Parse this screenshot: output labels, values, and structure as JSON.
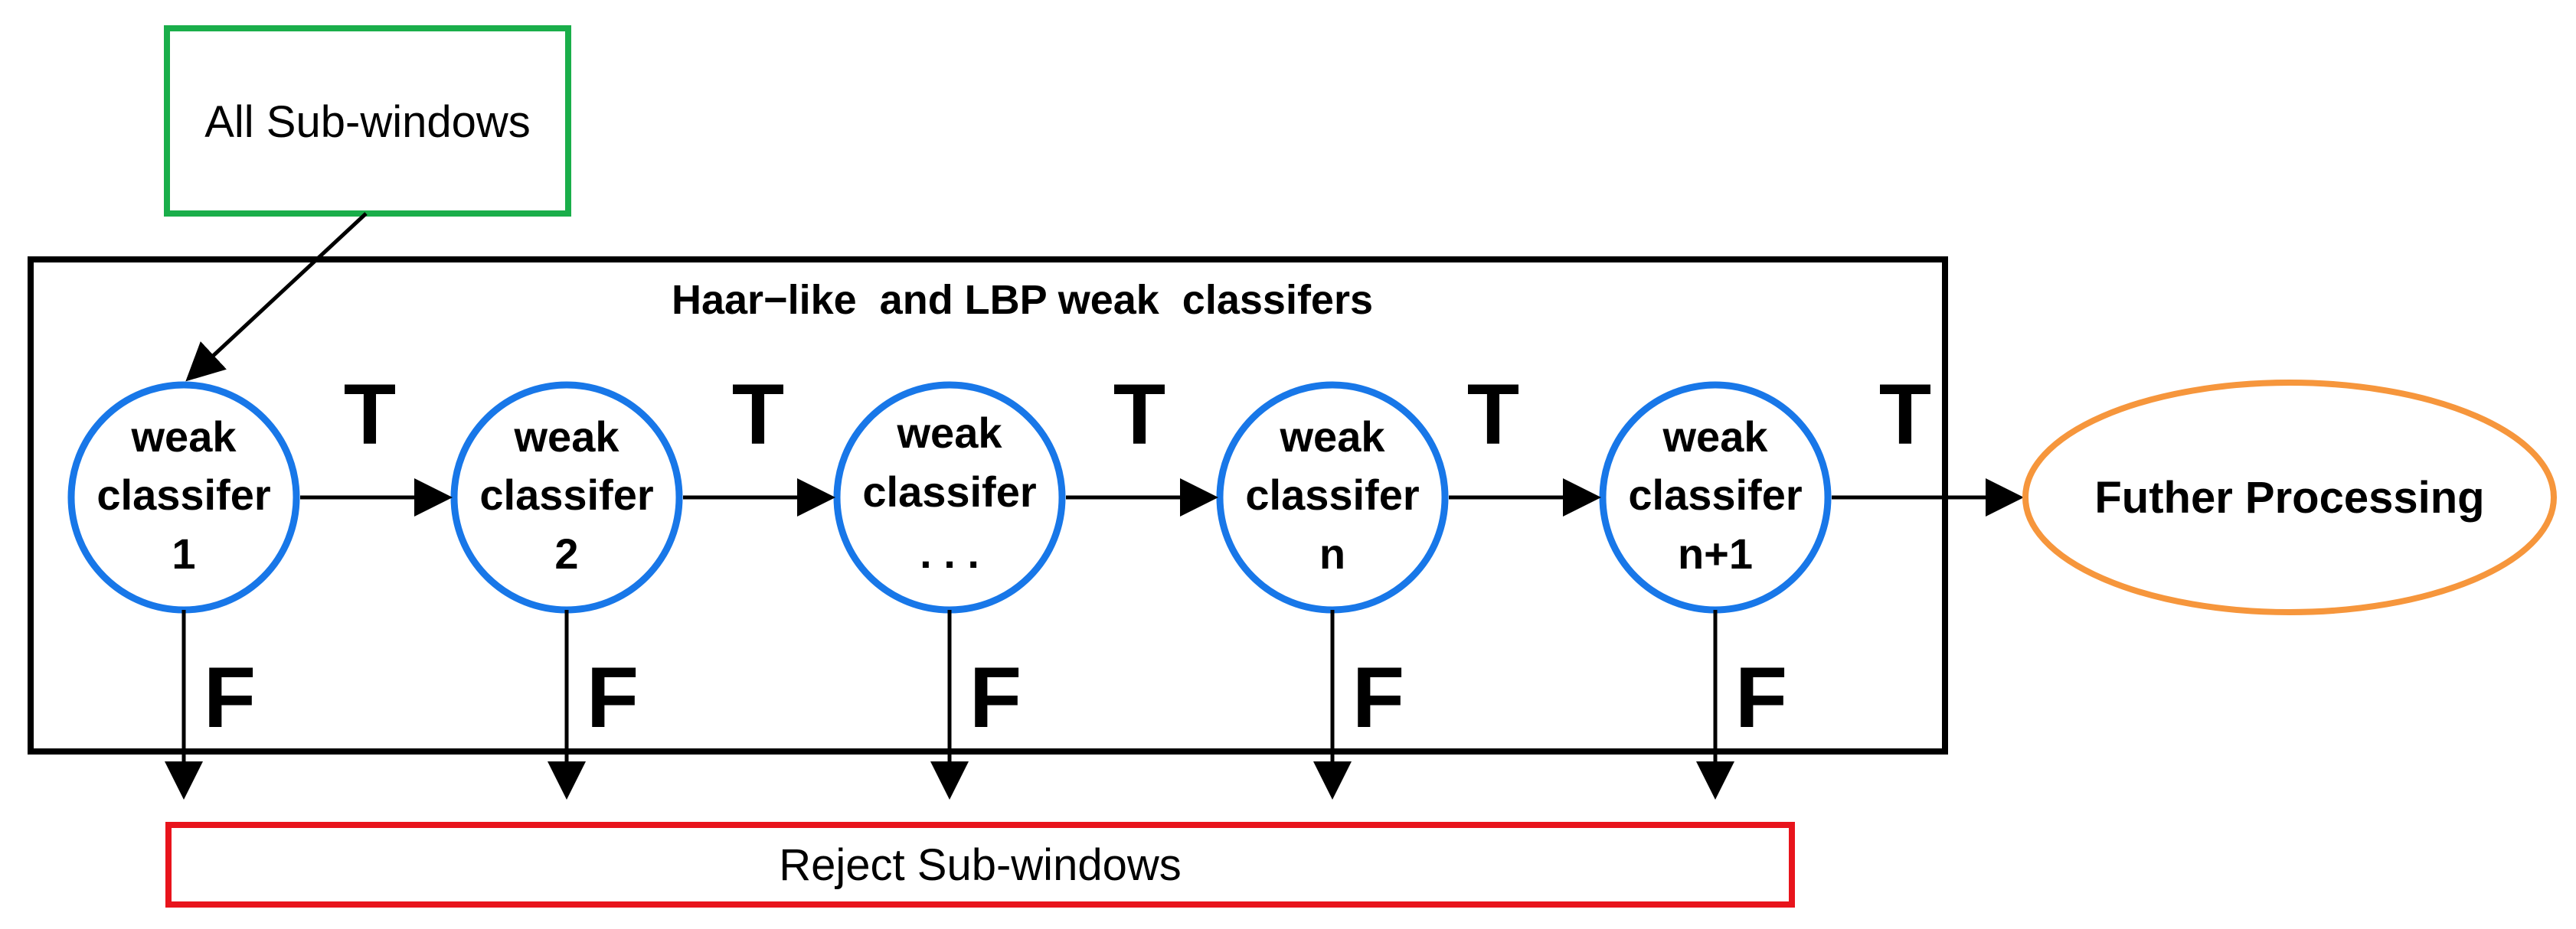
{
  "colors": {
    "source_border": "#1aae4a",
    "reject_border": "#e8141c",
    "node_border": "#1877e8",
    "end_border": "#f6963c",
    "frame_border": "#000000",
    "arrow": "#000000"
  },
  "source_box": {
    "label": "All Sub-windows"
  },
  "frame": {
    "title": "Haar−like  and LBP weak  classifers"
  },
  "nodes": [
    {
      "line1": "weak",
      "line2": "classifer",
      "line3": "1"
    },
    {
      "line1": "weak",
      "line2": "classifer",
      "line3": "2"
    },
    {
      "line1": "weak",
      "line2": "classifer",
      "line3": ". . ."
    },
    {
      "line1": "weak",
      "line2": "classifer",
      "line3": "n"
    },
    {
      "line1": "weak",
      "line2": "classifer",
      "line3": "n+1"
    }
  ],
  "true_labels": [
    "T",
    "T",
    "T",
    "T",
    "T"
  ],
  "false_labels": [
    "F",
    "F",
    "F",
    "F",
    "F"
  ],
  "end_node": {
    "label": "Futher Processing"
  },
  "reject_box": {
    "label": "Reject Sub-windows"
  }
}
